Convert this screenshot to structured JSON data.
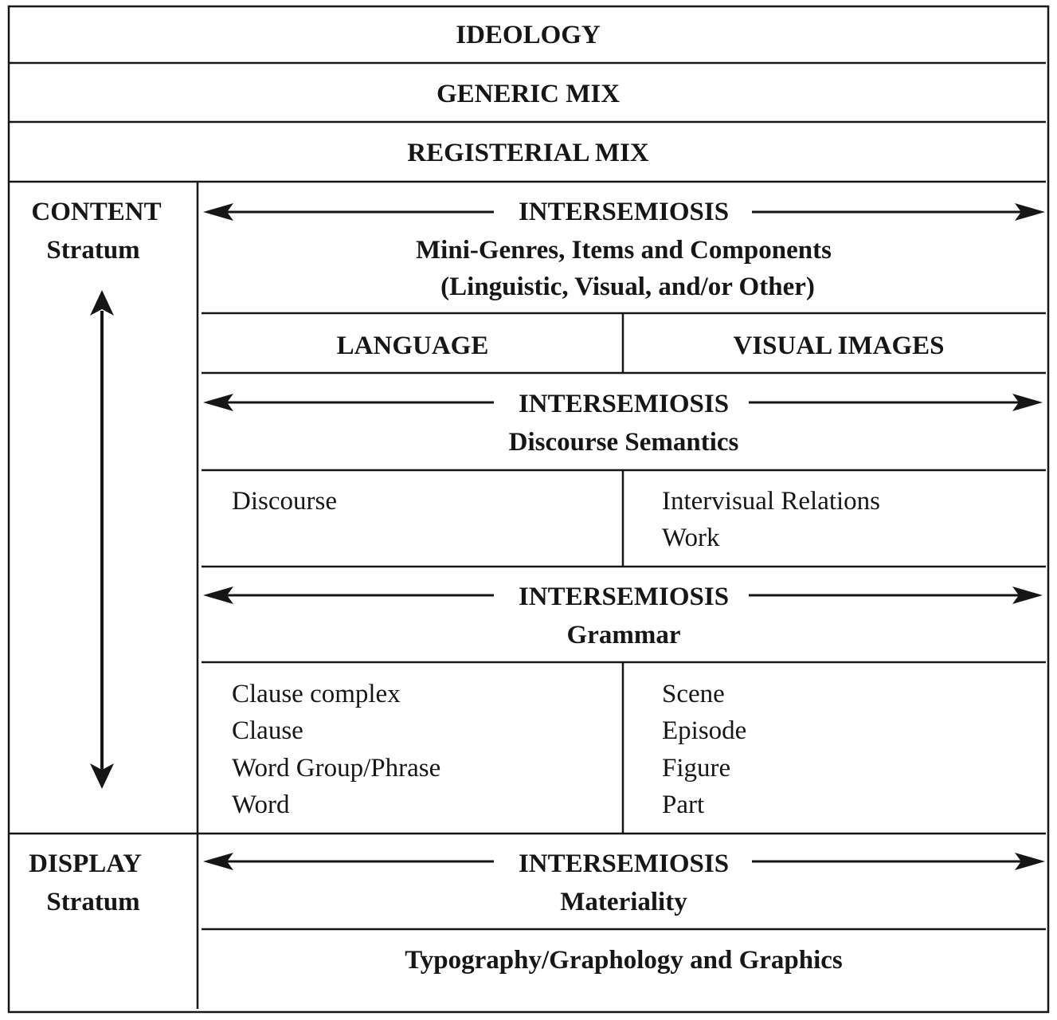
{
  "rows": {
    "ideology": "IDEOLOGY",
    "generic_mix": "GENERIC MIX",
    "registerial_mix": "REGISTERIAL MIX"
  },
  "content_stratum": {
    "label": "CONTENT",
    "sublabel": "Stratum",
    "minigenres": {
      "intersemiosis": "INTERSEMIOSIS",
      "line1": "Mini-Genres, Items and Components",
      "line2": "(Linguistic, Visual, and/or Other)"
    },
    "columns": {
      "language": "LANGUAGE",
      "visual_images": "VISUAL IMAGES"
    },
    "discourse_semantics": {
      "intersemiosis": "INTERSEMIOSIS",
      "title": "Discourse Semantics",
      "language_items": [
        "Discourse"
      ],
      "visual_items": [
        "Intervisual Relations",
        "Work"
      ]
    },
    "grammar": {
      "intersemiosis": "INTERSEMIOSIS",
      "title": "Grammar",
      "language_items": [
        "Clause complex",
        "Clause",
        "Word Group/Phrase",
        "Word"
      ],
      "visual_items": [
        "Scene",
        "Episode",
        "Figure",
        "Part"
      ]
    }
  },
  "display_stratum": {
    "label": "DISPLAY",
    "sublabel": "Stratum",
    "intersemiosis": "INTERSEMIOSIS",
    "title": "Materiality",
    "footer": "Typography/Graphology and Graphics"
  }
}
